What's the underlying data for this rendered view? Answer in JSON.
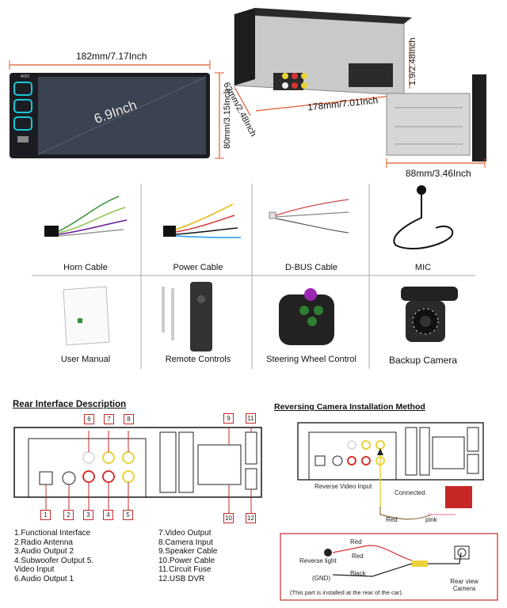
{
  "dimensions": {
    "width": "182mm/7.17Inch",
    "screen": "6.9Inch",
    "height": "80mm/3.15Inch",
    "depth_side": "63mm/2.48Inch",
    "body_length": "178mm/7.01Inch",
    "top_height": "1.9/2.48Inch",
    "rear_width": "88mm/3.46Inch",
    "panel_brand": "AOO"
  },
  "accessories": [
    {
      "label": "Horn Cable",
      "icon": "horn-cable-icon"
    },
    {
      "label": "Power Cable",
      "icon": "power-cable-icon"
    },
    {
      "label": "D-BUS Cable",
      "icon": "dbus-cable-icon"
    },
    {
      "label": "MIC",
      "icon": "microphone-icon"
    },
    {
      "label": "User Manual",
      "icon": "user-manual-icon"
    },
    {
      "label": "Remote Controls",
      "icon": "remote-control-icon"
    },
    {
      "label": "Steering Wheel Control",
      "icon": "steering-wheel-control-icon"
    },
    {
      "label": "Backup Camera",
      "icon": "backup-camera-icon"
    }
  ],
  "rear_interface": {
    "title": "Rear Interface Description",
    "numbers": [
      "1",
      "2",
      "3",
      "4",
      "5",
      "6",
      "7",
      "8",
      "9",
      "10",
      "11",
      "12"
    ],
    "legend_left": [
      "1.Functional Interface",
      "2.Radio Antenna",
      "3.Audio Output 2",
      "4.Subwoofer Output 5.",
      "Video Input",
      "6.Audio Output 1"
    ],
    "legend_right": [
      "7.Video Output",
      "8.Camera Input",
      "9.Speaker Cable",
      "10.Power Cable",
      "11.Circuit Fuse",
      "12.USB DVR"
    ]
  },
  "reversing": {
    "title": "Reversing Camera Installation Method",
    "reverse_video_input": "Reverse Video Input",
    "connected": "Connected",
    "red": "Red",
    "pink": "pink",
    "red2": "Red",
    "red3": "Red",
    "black": "Black",
    "reverse_light": "Reverse light",
    "gnd": "(GND)",
    "rear_view_camera": "Rear view Camera",
    "note": "(This part is installed at the rear of the car)."
  },
  "colors": {
    "dimension_line": "#e05a2a",
    "callout_red": "#c42a2a",
    "rca_yellow": "#e9d23a",
    "rca_red": "#d23333",
    "rca_white": "#eeeeee",
    "grid_line": "#aaaaaa"
  }
}
